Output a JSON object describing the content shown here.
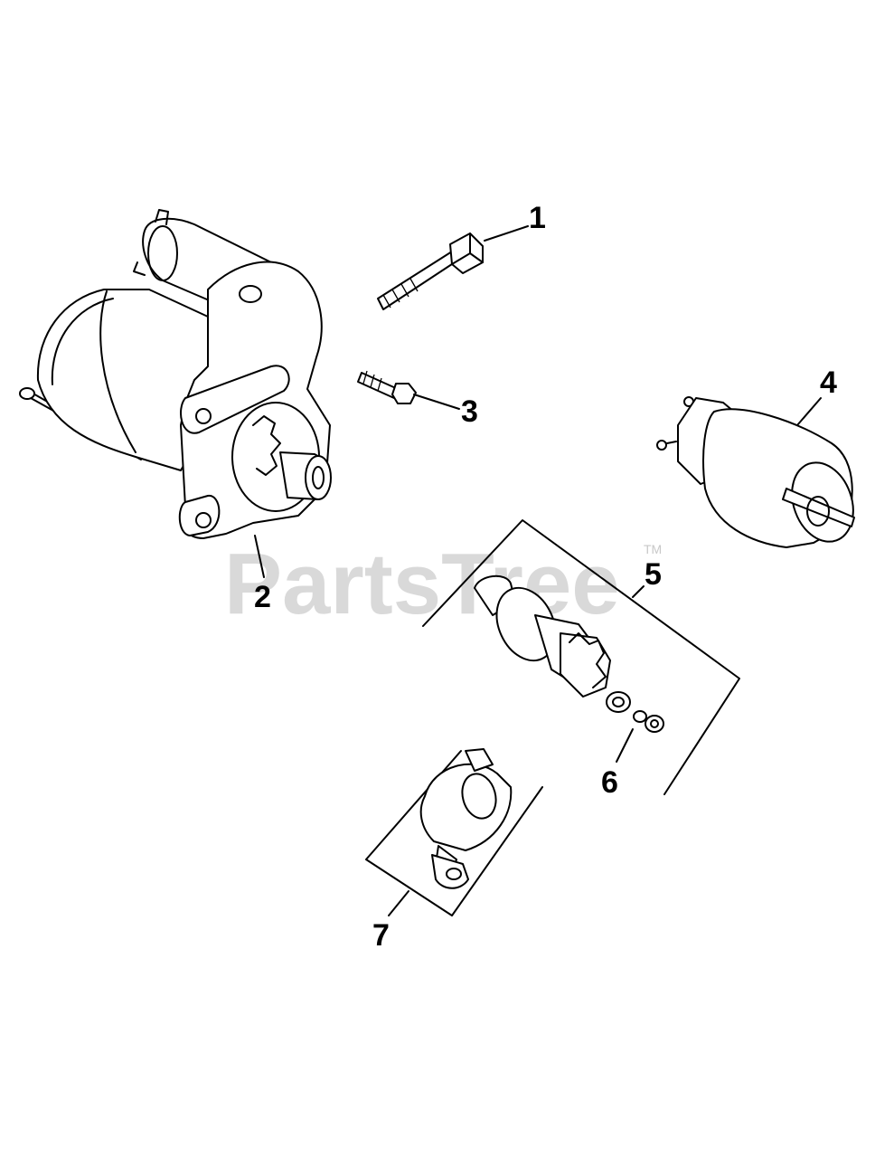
{
  "watermark": {
    "text": "PartsTree",
    "trademark": "TM"
  },
  "callouts": [
    {
      "id": "1",
      "label": "1"
    },
    {
      "id": "2",
      "label": "2"
    },
    {
      "id": "3",
      "label": "3"
    },
    {
      "id": "4",
      "label": "4"
    },
    {
      "id": "5",
      "label": "5"
    },
    {
      "id": "6",
      "label": "6"
    },
    {
      "id": "7",
      "label": "7"
    }
  ]
}
